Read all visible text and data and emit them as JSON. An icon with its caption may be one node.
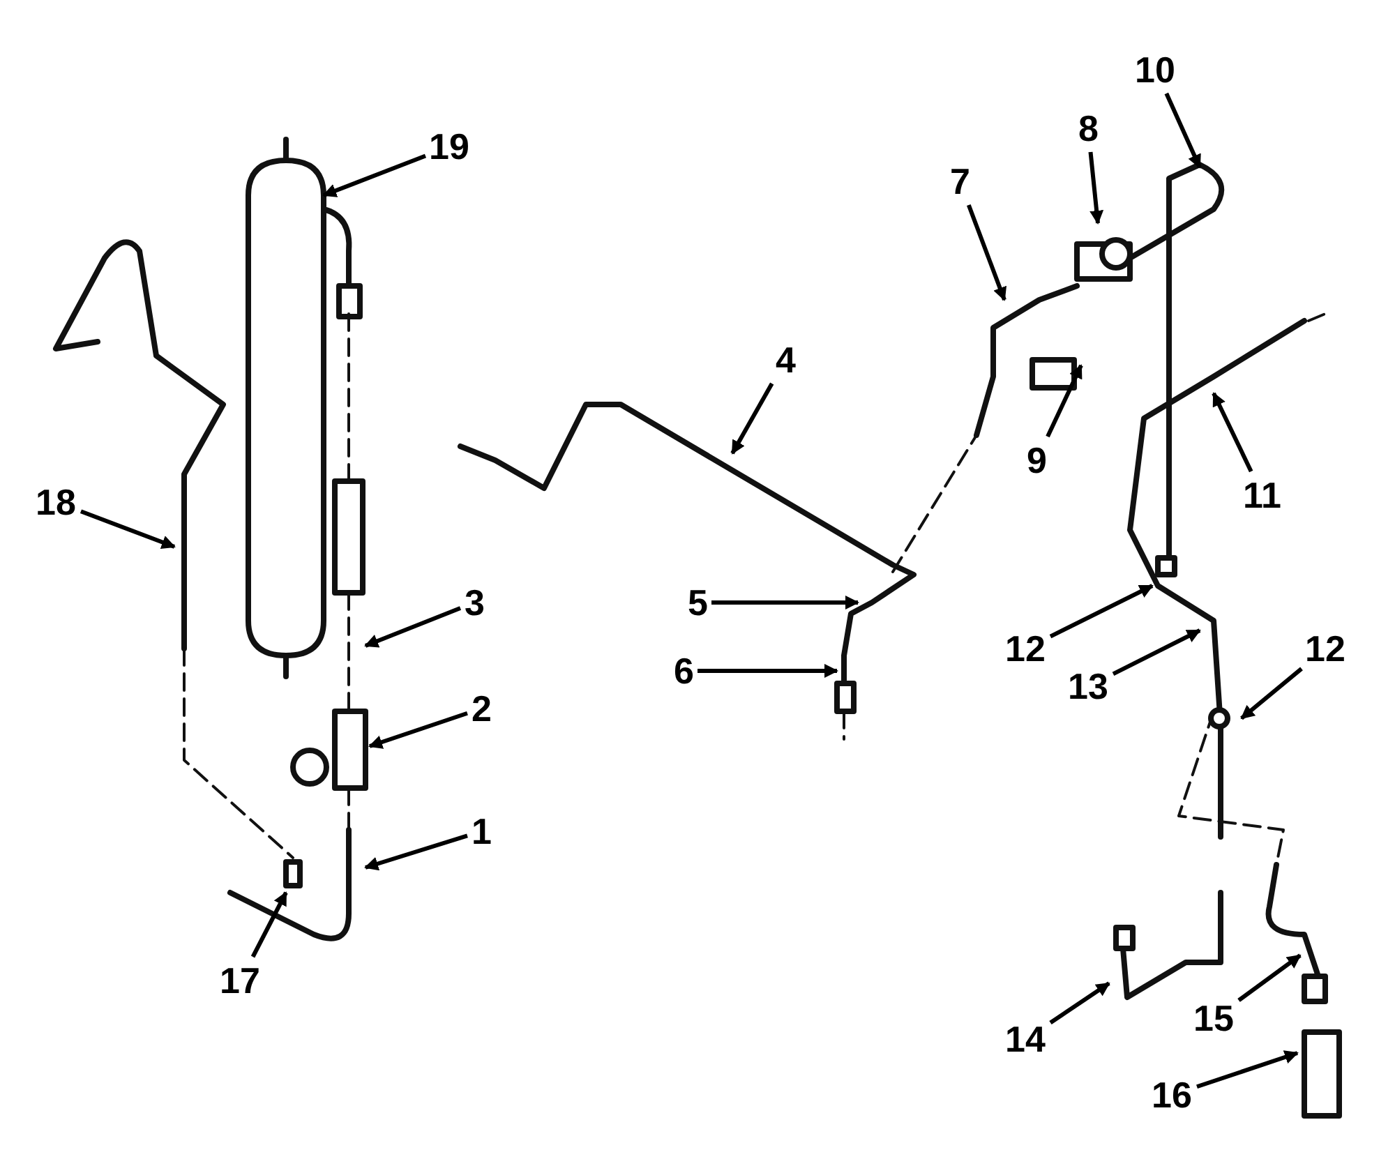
{
  "diagram": {
    "nodes": [
      {
        "text": [
          "19"
        ]
      },
      {
        "text": [
          "18"
        ]
      },
      {
        "text": [
          "3"
        ]
      },
      {
        "text": [
          "2"
        ]
      },
      {
        "text": [
          "1"
        ]
      },
      {
        "text": [
          "17"
        ]
      },
      {
        "text": [
          "4"
        ]
      },
      {
        "text": [
          "5"
        ]
      },
      {
        "text": [
          "6"
        ]
      },
      {
        "text": [
          "7"
        ]
      },
      {
        "text": [
          "8"
        ]
      },
      {
        "text": [
          "9"
        ]
      },
      {
        "text": [
          "10"
        ]
      },
      {
        "text": [
          "11"
        ]
      },
      {
        "text": [
          "12"
        ]
      },
      {
        "text": [
          "13"
        ]
      },
      {
        "text": [
          "12"
        ]
      },
      {
        "text": [
          "14"
        ]
      },
      {
        "text": [
          "15"
        ]
      },
      {
        "text": [
          "16"
        ]
      }
    ],
    "edges": [
      {
        "from": 0,
        "to": null,
        "arrow": "to"
      },
      {
        "from": 1,
        "to": null,
        "arrow": "to"
      },
      {
        "from": 2,
        "to": null,
        "arrow": "to"
      },
      {
        "from": 3,
        "to": null,
        "arrow": "to"
      },
      {
        "from": 4,
        "to": null,
        "arrow": "to"
      },
      {
        "from": 5,
        "to": null,
        "arrow": "to"
      },
      {
        "from": 6,
        "to": null,
        "arrow": "to"
      },
      {
        "from": 7,
        "to": null,
        "arrow": "to"
      },
      {
        "from": 8,
        "to": null,
        "arrow": "to"
      },
      {
        "from": 9,
        "to": null,
        "arrow": "to"
      },
      {
        "from": 10,
        "to": null,
        "arrow": "to"
      },
      {
        "from": 11,
        "to": null,
        "arrow": "to"
      },
      {
        "from": 12,
        "to": null,
        "arrow": "to"
      },
      {
        "from": 13,
        "to": null,
        "arrow": "to"
      },
      {
        "from": 14,
        "to": null,
        "arrow": "to"
      },
      {
        "from": 15,
        "to": null,
        "arrow": "to"
      },
      {
        "from": 16,
        "to": null,
        "arrow": "to"
      },
      {
        "from": 17,
        "to": null,
        "arrow": "to"
      },
      {
        "from": 18,
        "to": null,
        "arrow": "to"
      },
      {
        "from": 19,
        "to": null,
        "arrow": "to"
      }
    ]
  }
}
